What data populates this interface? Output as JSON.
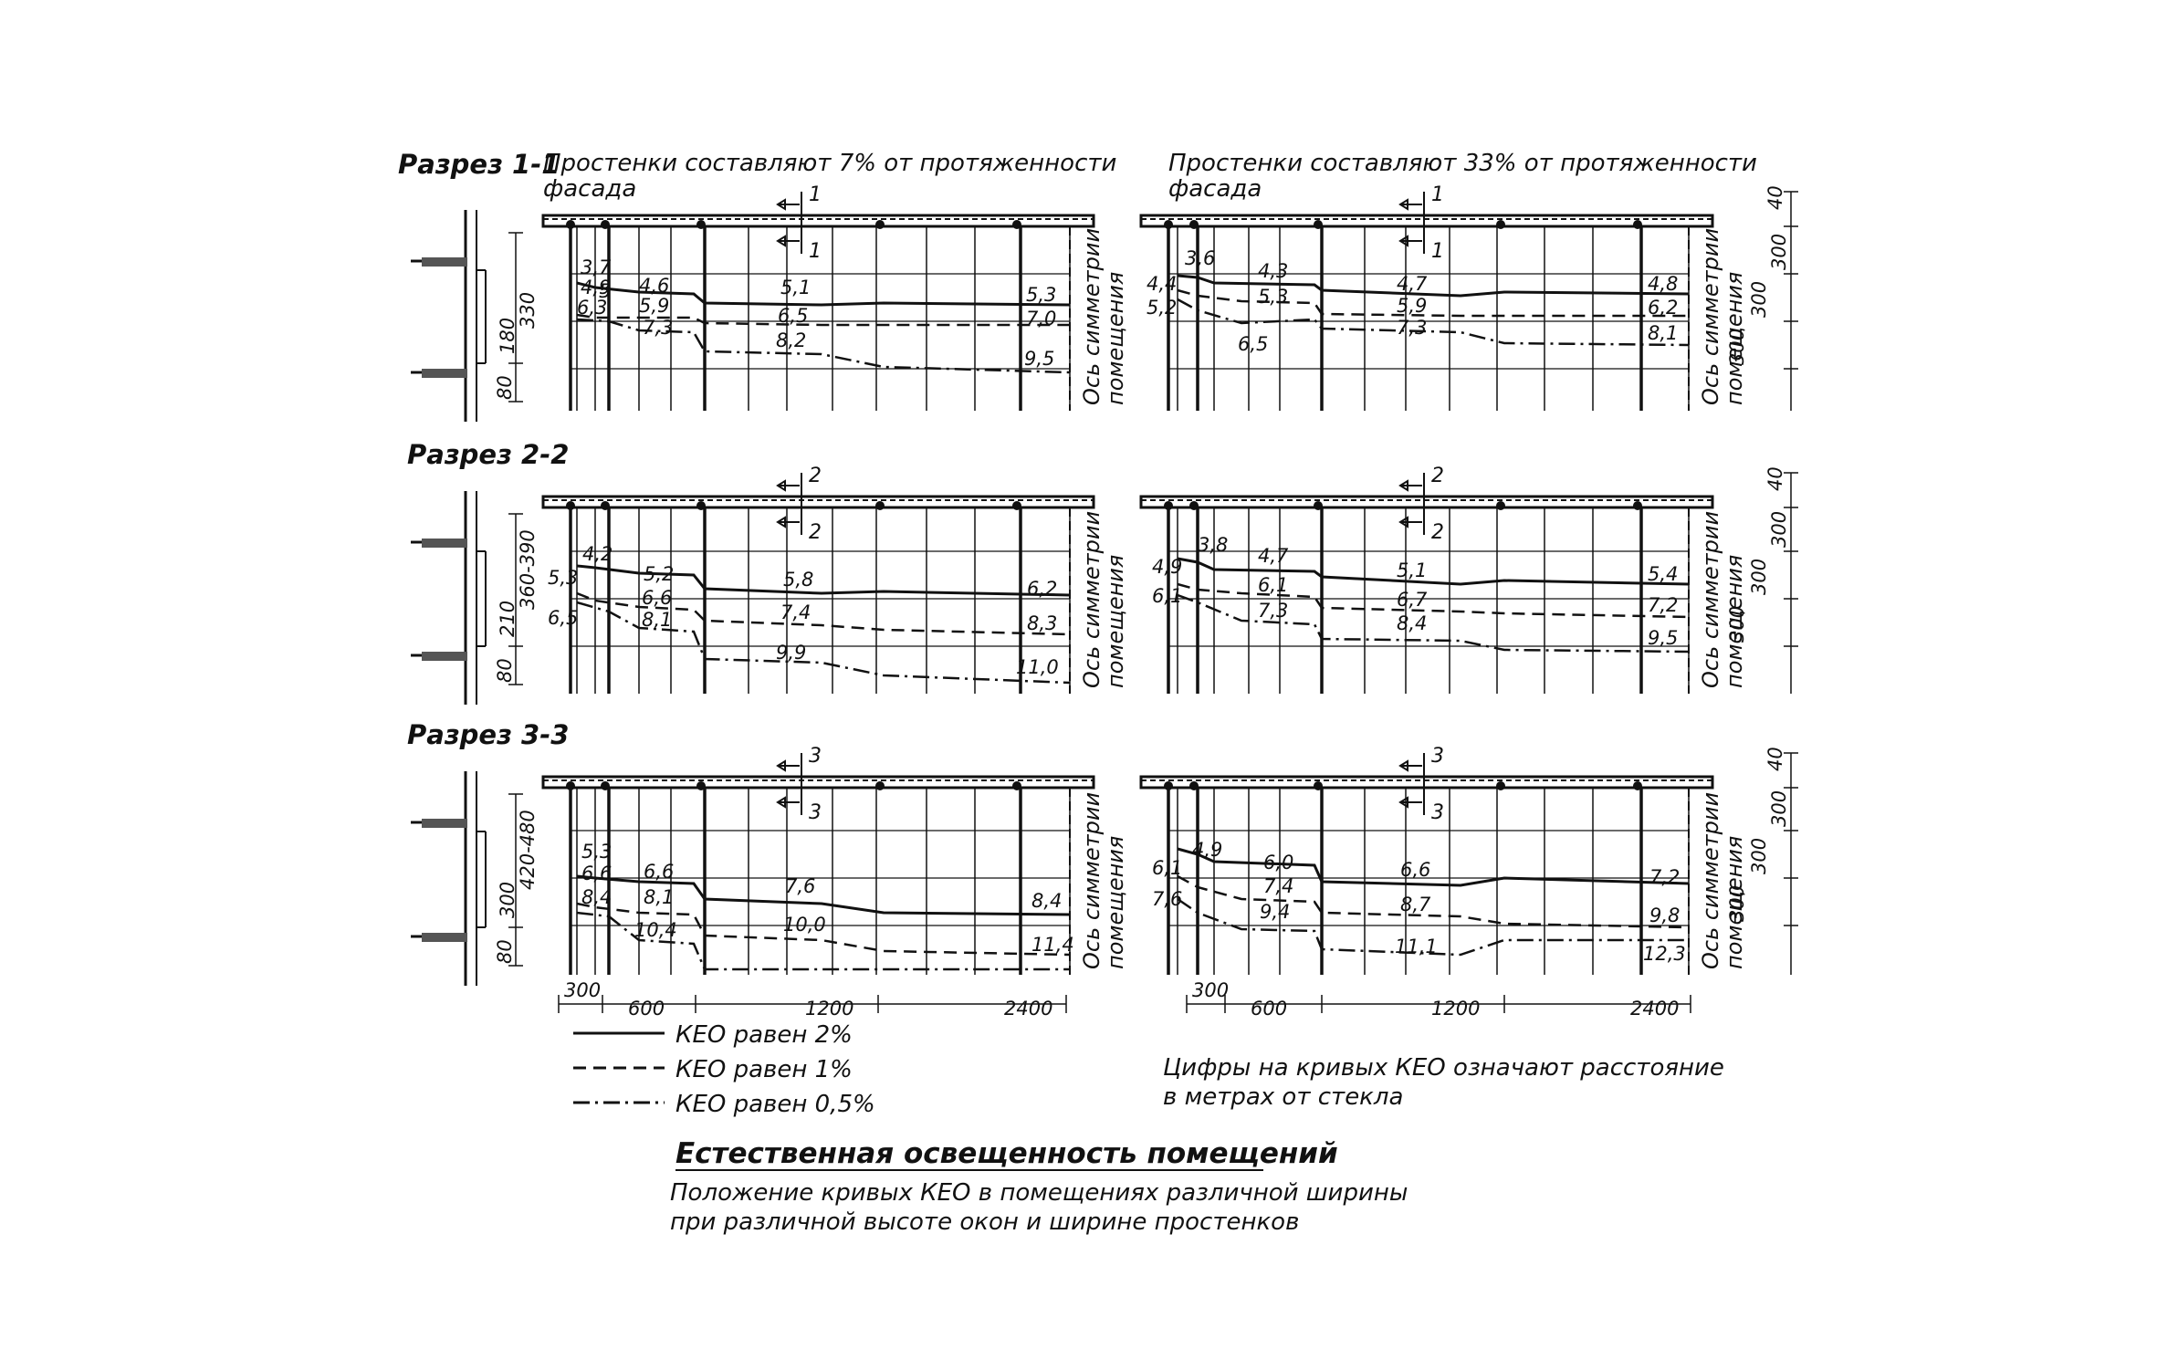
{
  "sections": [
    {
      "id": "1-1",
      "label": "Разрез 1-1",
      "sill": "80",
      "window_h": "180",
      "depth_label": "330",
      "left": {
        "marker": "1",
        "curve_labels": [
          "3,7",
          "4,9",
          "6,3",
          "5",
          "4,6",
          "5,9",
          "7,3",
          "5,1",
          "6,5",
          "8,2",
          "5,3",
          "7,0",
          "9,5"
        ]
      },
      "right": {
        "marker": "1",
        "curve_labels": [
          "3,6",
          "4,4",
          "5,2",
          "4,3",
          "5,3",
          "6,5",
          "4,7",
          "5,9",
          "7,3",
          "4,8",
          "6,2",
          "8,1"
        ]
      }
    },
    {
      "id": "2-2",
      "label": "Разрез 2-2",
      "sill": "80",
      "window_h": "210",
      "depth_label": "360-390",
      "left": {
        "marker": "2",
        "curve_labels": [
          "4,2",
          "5,3",
          "6,5",
          "5,2",
          "6,6",
          "8,1",
          "5,8",
          "7,4",
          "9,9",
          "6,2",
          "8,3",
          "11,0"
        ]
      },
      "right": {
        "marker": "2",
        "curve_labels": [
          "3,8",
          "4,9",
          "6,1",
          "4,7",
          "6,1",
          "7,3",
          "5,1",
          "6,7",
          "8,4",
          "5,4",
          "7,2",
          "9,5"
        ]
      }
    },
    {
      "id": "3-3",
      "label": "Разрез 3-3",
      "sill": "80",
      "window_h": "300",
      "depth_label": "420-480",
      "left": {
        "marker": "3",
        "curve_labels": [
          "5,3",
          "6,6",
          "8,4",
          "6,6",
          "8,1",
          "10,4",
          "7,6",
          "10,0",
          "8,4",
          "11,4"
        ]
      },
      "right": {
        "marker": "3",
        "curve_labels": [
          "4,9",
          "6,1",
          "7,6",
          "6,0",
          "7,4",
          "9,4",
          "6,6",
          "8,7",
          "11,1",
          "7,2",
          "9,8",
          "12,3"
        ]
      }
    }
  ],
  "column_headers": {
    "left": "Простенки составляют 7% от протяженности фасада",
    "right": "Простенки составляют 33% от протяженности фасада"
  },
  "symmetry_axis": [
    "Ось симметрии",
    "помещения"
  ],
  "right_dims": [
    "40",
    "300",
    "300",
    "300"
  ],
  "bottom_dims": [
    "300",
    "600",
    "1200",
    "2400"
  ],
  "legend": [
    {
      "style": "solid",
      "text": "КЕО равен 2%"
    },
    {
      "style": "dashed",
      "text": "КЕО равен 1%"
    },
    {
      "style": "dashdot",
      "text": "КЕО равен 0,5%"
    }
  ],
  "note": [
    "Цифры на кривых КЕО означают расстояние",
    "в метрах от стекла"
  ],
  "title": "Естественная освещенность помещений",
  "subtitle": [
    "Положение кривых КЕО в помещениях различной ширины",
    "при различной высоте окон и ширине простенков"
  ]
}
